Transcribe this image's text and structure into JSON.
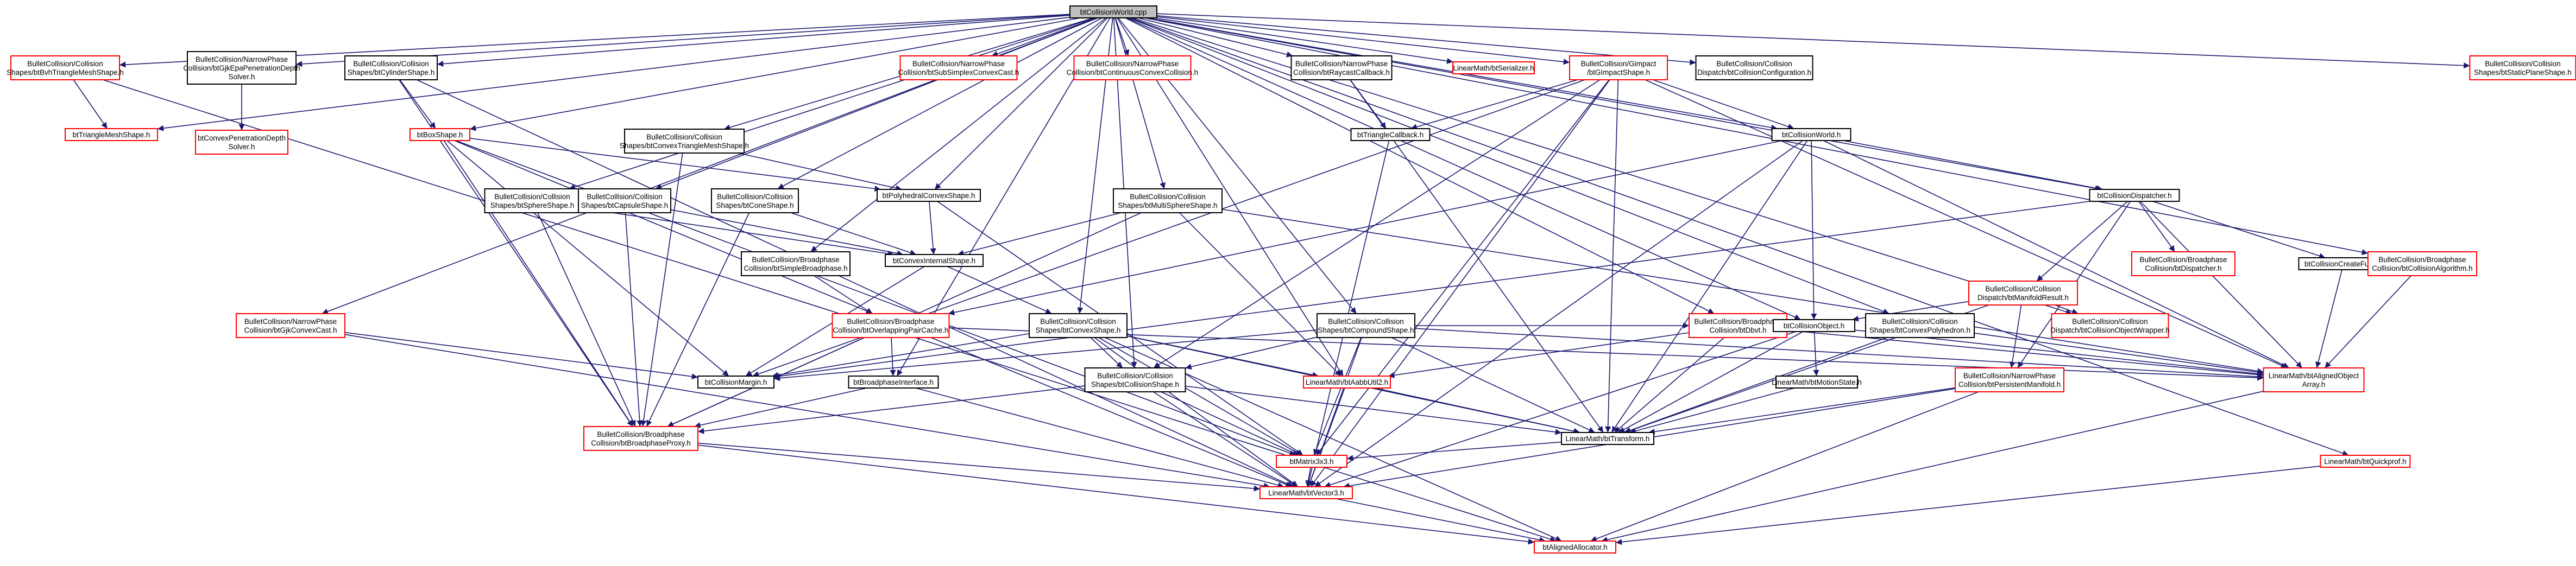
{
  "title": "btCollisionWorld.cpp",
  "colors": {
    "background": "#ffffff",
    "edge": "#191970",
    "border_default": "#000000",
    "border_missing": "#ff0000",
    "root_fill": "#bfbfbf"
  },
  "nodes": [
    {
      "id": "root",
      "lines": [
        "btCollisionWorld.cpp"
      ],
      "status": "root"
    },
    {
      "id": "bvh_tri",
      "lines": [
        "BulletCollision/Collision",
        "Shapes/btBvhTriangleMeshShape.h"
      ],
      "status": "missing"
    },
    {
      "id": "gjk_epa",
      "lines": [
        "BulletCollision/NarrowPhase",
        "Collision/btGjkEpaPenetrationDepth",
        "Solver.h"
      ],
      "status": "normal"
    },
    {
      "id": "cyl",
      "lines": [
        "BulletCollision/Collision",
        "Shapes/btCylinderShape.h"
      ],
      "status": "normal"
    },
    {
      "id": "subsimplex",
      "lines": [
        "BulletCollision/NarrowPhase",
        "Collision/btSubSimplexConvexCast.h"
      ],
      "status": "missing"
    },
    {
      "id": "contcast",
      "lines": [
        "BulletCollision/NarrowPhase",
        "Collision/btContinuousConvexCollision.h"
      ],
      "status": "missing"
    },
    {
      "id": "raycb",
      "lines": [
        "BulletCollision/NarrowPhase",
        "Collision/btRaycastCallback.h"
      ],
      "status": "normal"
    },
    {
      "id": "serializer",
      "lines": [
        "LinearMath/btSerializer.h"
      ],
      "status": "missing"
    },
    {
      "id": "gimpact",
      "lines": [
        "BulletCollision/Gimpact",
        "/btGImpactShape.h"
      ],
      "status": "missing"
    },
    {
      "id": "colconfig",
      "lines": [
        "BulletCollision/Collision",
        "Dispatch/btCollisionConfiguration.h"
      ],
      "status": "normal"
    },
    {
      "id": "staticplane",
      "lines": [
        "BulletCollision/Collision",
        "Shapes/btStaticPlaneShape.h"
      ],
      "status": "missing"
    },
    {
      "id": "trimeshshape",
      "lines": [
        "btTriangleMeshShape.h"
      ],
      "status": "missing"
    },
    {
      "id": "cvxpen",
      "lines": [
        "btConvexPenetrationDepth",
        "Solver.h"
      ],
      "status": "missing"
    },
    {
      "id": "boxshape",
      "lines": [
        "btBoxShape.h"
      ],
      "status": "missing"
    },
    {
      "id": "cvxtrimesh",
      "lines": [
        "BulletCollision/Collision",
        "Shapes/btConvexTriangleMeshShape.h"
      ],
      "status": "normal"
    },
    {
      "id": "tricb",
      "lines": [
        "btTriangleCallback.h"
      ],
      "status": "normal"
    },
    {
      "id": "colworld",
      "lines": [
        "btCollisionWorld.h"
      ],
      "status": "normal"
    },
    {
      "id": "sphere",
      "lines": [
        "BulletCollision/Collision",
        "Shapes/btSphereShape.h"
      ],
      "status": "normal"
    },
    {
      "id": "capsule",
      "lines": [
        "BulletCollision/Collision",
        "Shapes/btCapsuleShape.h"
      ],
      "status": "normal"
    },
    {
      "id": "cone",
      "lines": [
        "BulletCollision/Collision",
        "Shapes/btConeShape.h"
      ],
      "status": "normal"
    },
    {
      "id": "polycvx",
      "lines": [
        "btPolyhedralConvexShape.h"
      ],
      "status": "normal"
    },
    {
      "id": "multisphere",
      "lines": [
        "BulletCollision/Collision",
        "Shapes/btMultiSphereShape.h"
      ],
      "status": "normal"
    },
    {
      "id": "dispatcher",
      "lines": [
        "btCollisionDispatcher.h"
      ],
      "status": "normal"
    },
    {
      "id": "simplebp",
      "lines": [
        "BulletCollision/Broadphase",
        "Collision/btSimpleBroadphase.h"
      ],
      "status": "normal"
    },
    {
      "id": "cvxinternal",
      "lines": [
        "btConvexInternalShape.h"
      ],
      "status": "normal"
    },
    {
      "id": "gjkcvxcast",
      "lines": [
        "BulletCollision/NarrowPhase",
        "Collision/btGjkConvexCast.h"
      ],
      "status": "missing"
    },
    {
      "id": "overlap",
      "lines": [
        "BulletCollision/Broadphase",
        "Collision/btOverlappingPairCache.h"
      ],
      "status": "missing"
    },
    {
      "id": "cvxshape",
      "lines": [
        "BulletCollision/Collision",
        "Shapes/btConvexShape.h"
      ],
      "status": "normal"
    },
    {
      "id": "compound",
      "lines": [
        "BulletCollision/Collision",
        "Shapes/btCompoundShape.h"
      ],
      "status": "normal"
    },
    {
      "id": "dbvt",
      "lines": [
        "BulletCollision/Broadphase",
        "Collision/btDbvt.h"
      ],
      "status": "missing"
    },
    {
      "id": "manifoldres",
      "lines": [
        "BulletCollision/Collision",
        "Dispatch/btManifoldResult.h"
      ],
      "status": "missing"
    },
    {
      "id": "cvxpoly",
      "lines": [
        "BulletCollision/Collision",
        "Shapes/btConvexPolyhedron.h"
      ],
      "status": "normal"
    },
    {
      "id": "bpdispatcher",
      "lines": [
        "BulletCollision/Broadphase",
        "Collision/btDispatcher.h"
      ],
      "status": "missing"
    },
    {
      "id": "createfunc",
      "lines": [
        "btCollisionCreateFunc.h"
      ],
      "status": "normal"
    },
    {
      "id": "colalgo",
      "lines": [
        "BulletCollision/Broadphase",
        "Collision/btCollisionAlgorithm.h"
      ],
      "status": "missing"
    },
    {
      "id": "colmargin",
      "lines": [
        "btCollisionMargin.h"
      ],
      "status": "normal"
    },
    {
      "id": "bpinterface",
      "lines": [
        "btBroadphaseInterface.h"
      ],
      "status": "normal"
    },
    {
      "id": "colshape",
      "lines": [
        "BulletCollision/Collision",
        "Shapes/btCollisionShape.h"
      ],
      "status": "normal"
    },
    {
      "id": "aabbutil",
      "lines": [
        "LinearMath/btAabbUtil2.h"
      ],
      "status": "missing"
    },
    {
      "id": "colobject",
      "lines": [
        "btCollisionObject.h"
      ],
      "status": "normal"
    },
    {
      "id": "motionstate",
      "lines": [
        "LinearMath/btMotionState.h"
      ],
      "status": "normal"
    },
    {
      "id": "colobjwrap",
      "lines": [
        "BulletCollision/Collision",
        "Dispatch/btCollisionObjectWrapper.h"
      ],
      "status": "missing"
    },
    {
      "id": "alignedarr",
      "lines": [
        "LinearMath/btAlignedObject",
        "Array.h"
      ],
      "status": "missing"
    },
    {
      "id": "persistmani",
      "lines": [
        "BulletCollision/NarrowPhase",
        "Collision/btPersistentManifold.h"
      ],
      "status": "missing"
    },
    {
      "id": "bpproxy",
      "lines": [
        "BulletCollision/Broadphase",
        "Collision/btBroadphaseProxy.h"
      ],
      "status": "missing"
    },
    {
      "id": "transform",
      "lines": [
        "LinearMath/btTransform.h"
      ],
      "status": "normal"
    },
    {
      "id": "matrix",
      "lines": [
        "btMatrix3x3.h"
      ],
      "status": "missing"
    },
    {
      "id": "vector3",
      "lines": [
        "LinearMath/btVector3.h"
      ],
      "status": "missing"
    },
    {
      "id": "quickprof",
      "lines": [
        "LinearMath/btQuickprof.h"
      ],
      "status": "missing"
    },
    {
      "id": "alignedalloc",
      "lines": [
        "btAlignedAllocator.h"
      ],
      "status": "missing"
    }
  ],
  "edges": [
    [
      "root",
      "bvh_tri"
    ],
    [
      "root",
      "gjk_epa"
    ],
    [
      "root",
      "cyl"
    ],
    [
      "root",
      "subsimplex"
    ],
    [
      "root",
      "contcast"
    ],
    [
      "root",
      "raycb"
    ],
    [
      "root",
      "serializer"
    ],
    [
      "root",
      "gimpact"
    ],
    [
      "root",
      "colconfig"
    ],
    [
      "root",
      "staticplane"
    ],
    [
      "root",
      "trimeshshape"
    ],
    [
      "root",
      "boxshape"
    ],
    [
      "root",
      "cvxtrimesh"
    ],
    [
      "root",
      "colworld"
    ],
    [
      "root",
      "sphere"
    ],
    [
      "root",
      "capsule"
    ],
    [
      "root",
      "cone"
    ],
    [
      "root",
      "polycvx"
    ],
    [
      "root",
      "multisphere"
    ],
    [
      "root",
      "dispatcher"
    ],
    [
      "root",
      "simplebp"
    ],
    [
      "root",
      "gjkcvxcast"
    ],
    [
      "root",
      "cvxshape"
    ],
    [
      "root",
      "compound"
    ],
    [
      "root",
      "dbvt"
    ],
    [
      "root",
      "cvxpoly"
    ],
    [
      "root",
      "colalgo"
    ],
    [
      "root",
      "colobject"
    ],
    [
      "root",
      "colobjwrap"
    ],
    [
      "root",
      "aabbutil"
    ],
    [
      "root",
      "colshape"
    ],
    [
      "root",
      "quickprof"
    ],
    [
      "root",
      "bpinterface"
    ],
    [
      "bvh_tri",
      "trimeshshape"
    ],
    [
      "bvh_tri",
      "alignedalloc"
    ],
    [
      "gjk_epa",
      "cvxpen"
    ],
    [
      "cyl",
      "boxshape"
    ],
    [
      "cyl",
      "vector3"
    ],
    [
      "cyl",
      "bpproxy"
    ],
    [
      "boxshape",
      "polycvx"
    ],
    [
      "boxshape",
      "colmargin"
    ],
    [
      "boxshape",
      "bpproxy"
    ],
    [
      "boxshape",
      "vector3"
    ],
    [
      "boxshape",
      "matrix"
    ],
    [
      "cvxtrimesh",
      "polycvx"
    ],
    [
      "cvxtrimesh",
      "bpproxy"
    ],
    [
      "raycb",
      "tricb"
    ],
    [
      "raycb",
      "transform"
    ],
    [
      "gimpact",
      "tricb"
    ],
    [
      "gimpact",
      "colworld"
    ],
    [
      "gimpact",
      "colshape"
    ],
    [
      "gimpact",
      "vector3"
    ],
    [
      "gimpact",
      "transform"
    ],
    [
      "gimpact",
      "matrix"
    ],
    [
      "gimpact",
      "alignedarr"
    ],
    [
      "gimpact",
      "colmargin"
    ],
    [
      "tricb",
      "vector3"
    ],
    [
      "colworld",
      "dispatcher"
    ],
    [
      "colworld",
      "colobject"
    ],
    [
      "colworld",
      "transform"
    ],
    [
      "colworld",
      "vector3"
    ],
    [
      "colworld",
      "alignedarr"
    ],
    [
      "colworld",
      "overlap"
    ],
    [
      "sphere",
      "cvxinternal"
    ],
    [
      "sphere",
      "bpproxy"
    ],
    [
      "capsule",
      "cvxinternal"
    ],
    [
      "capsule",
      "bpproxy"
    ],
    [
      "cone",
      "cvxinternal"
    ],
    [
      "cone",
      "bpproxy"
    ],
    [
      "polycvx",
      "cvxinternal"
    ],
    [
      "polycvx",
      "matrix"
    ],
    [
      "multisphere",
      "cvxinternal"
    ],
    [
      "multisphere",
      "aabbutil"
    ],
    [
      "multisphere",
      "alignedarr"
    ],
    [
      "multisphere",
      "bpproxy"
    ],
    [
      "dispatcher",
      "manifoldres"
    ],
    [
      "dispatcher",
      "bpdispatcher"
    ],
    [
      "dispatcher",
      "createfunc"
    ],
    [
      "dispatcher",
      "alignedarr"
    ],
    [
      "dispatcher",
      "persistmani"
    ],
    [
      "dispatcher",
      "colmargin"
    ],
    [
      "simplebp",
      "overlap"
    ],
    [
      "cvxinternal",
      "cvxshape"
    ],
    [
      "cvxinternal",
      "colmargin"
    ],
    [
      "gjkcvxcast",
      "colmargin"
    ],
    [
      "gjkcvxcast",
      "vector3"
    ],
    [
      "overlap",
      "bpinterface"
    ],
    [
      "overlap",
      "bpproxy"
    ],
    [
      "overlap",
      "alignedarr"
    ],
    [
      "cvxshape",
      "colshape"
    ],
    [
      "cvxshape",
      "vector3"
    ],
    [
      "cvxshape",
      "transform"
    ],
    [
      "cvxshape",
      "matrix"
    ],
    [
      "cvxshape",
      "aabbutil"
    ],
    [
      "cvxshape",
      "colmargin"
    ],
    [
      "cvxshape",
      "alignedalloc"
    ],
    [
      "compound",
      "colshape"
    ],
    [
      "compound",
      "transform"
    ],
    [
      "compound",
      "matrix"
    ],
    [
      "compound",
      "vector3"
    ],
    [
      "compound",
      "alignedarr"
    ],
    [
      "compound",
      "colmargin"
    ],
    [
      "compound",
      "dbvt"
    ],
    [
      "dbvt",
      "aabbutil"
    ],
    [
      "dbvt",
      "transform"
    ],
    [
      "dbvt",
      "alignedarr"
    ],
    [
      "manifoldres",
      "colobject"
    ],
    [
      "manifoldres",
      "colobjwrap"
    ],
    [
      "manifoldres",
      "persistmani"
    ],
    [
      "manifoldres",
      "transform"
    ],
    [
      "cvxpoly",
      "transform"
    ],
    [
      "cvxpoly",
      "alignedarr"
    ],
    [
      "createfunc",
      "alignedarr"
    ],
    [
      "colalgo",
      "alignedarr"
    ],
    [
      "bpinterface",
      "bpproxy"
    ],
    [
      "bpinterface",
      "vector3"
    ],
    [
      "colshape",
      "transform"
    ],
    [
      "colshape",
      "vector3"
    ],
    [
      "colshape",
      "matrix"
    ],
    [
      "colshape",
      "bpproxy"
    ],
    [
      "aabbutil",
      "vector3"
    ],
    [
      "aabbutil",
      "transform"
    ],
    [
      "colobject",
      "transform"
    ],
    [
      "colobject",
      "motionstate"
    ],
    [
      "colobject",
      "alignedarr"
    ],
    [
      "colobject",
      "vector3"
    ],
    [
      "motionstate",
      "transform"
    ],
    [
      "alignedarr",
      "alignedalloc"
    ],
    [
      "persistmani",
      "vector3"
    ],
    [
      "persistmani",
      "transform"
    ],
    [
      "persistmani",
      "alignedalloc"
    ],
    [
      "bpproxy",
      "vector3"
    ],
    [
      "bpproxy",
      "alignedalloc"
    ],
    [
      "transform",
      "matrix"
    ],
    [
      "matrix",
      "vector3"
    ],
    [
      "vector3",
      "alignedalloc"
    ],
    [
      "quickprof",
      "alignedalloc"
    ]
  ]
}
